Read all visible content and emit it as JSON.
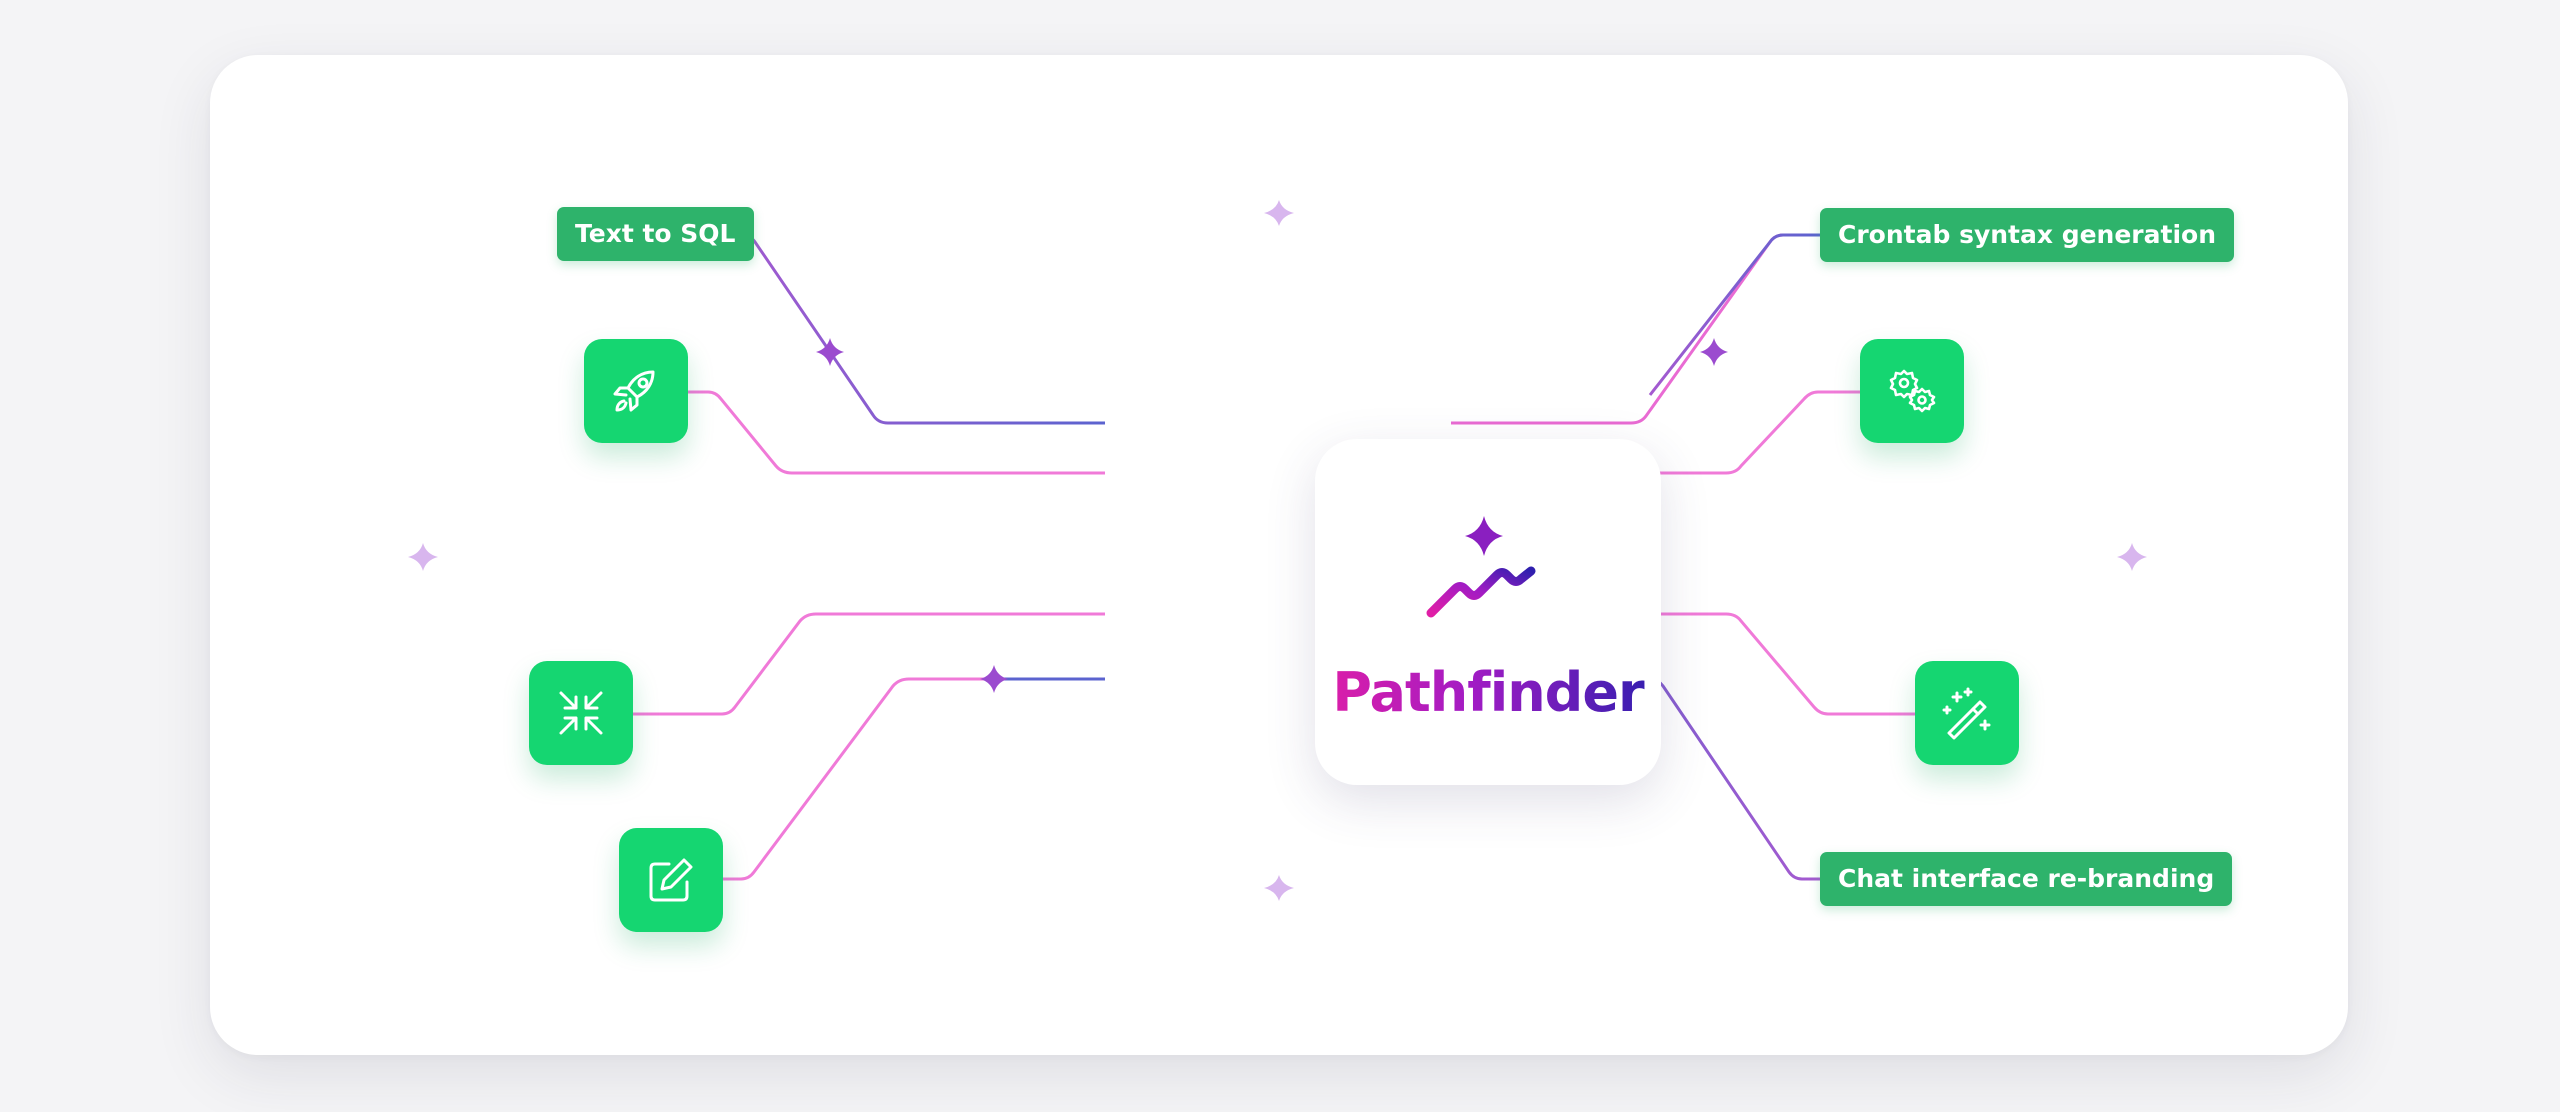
{
  "diagram": {
    "center": {
      "brand_name": "Pathfinder"
    },
    "tags": {
      "text_to_sql": "Text to SQL",
      "crontab": "Crontab syntax generation",
      "chat_rebranding": "Chat interface re-branding"
    },
    "tiles": [
      {
        "icon": "rocket-icon"
      },
      {
        "icon": "gears-icon"
      },
      {
        "icon": "compress-arrows-icon"
      },
      {
        "icon": "magic-wand-icon"
      },
      {
        "icon": "edit-icon"
      }
    ],
    "colors": {
      "tag_green": "#2eb36b",
      "tile_green": "#15d671",
      "line_pink": "#f07ad8",
      "line_purple": "#9a5bd0",
      "line_indigo": "#5b63cf",
      "brand_magenta": "#e01ea6",
      "brand_indigo": "#2f1fae"
    }
  }
}
